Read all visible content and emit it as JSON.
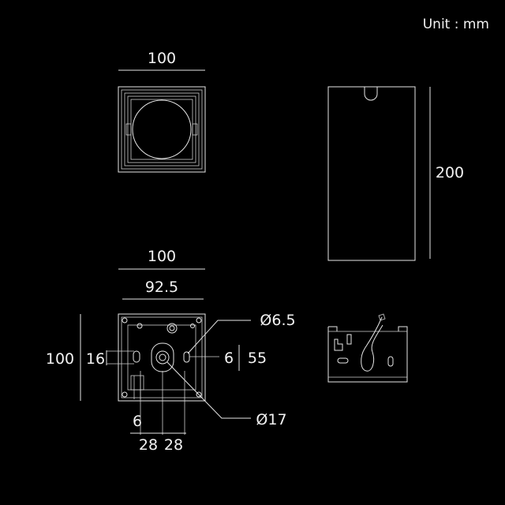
{
  "unit_label": "Unit : mm",
  "dimensions": {
    "top_width": "100",
    "side_height": "200",
    "back_width_outer": "100",
    "back_width_inner": "92.5",
    "back_height": "100",
    "offset_16": "16",
    "hole_small": "Ø6.5",
    "offset_6_right": "6",
    "height_55": "55",
    "hole_large": "Ø17",
    "offset_6_bottom": "6",
    "spacing_left": "28",
    "spacing_right": "28"
  },
  "colors": {
    "line": "#e6e6e6",
    "background": "#000000",
    "text": "#f2f2f2"
  }
}
